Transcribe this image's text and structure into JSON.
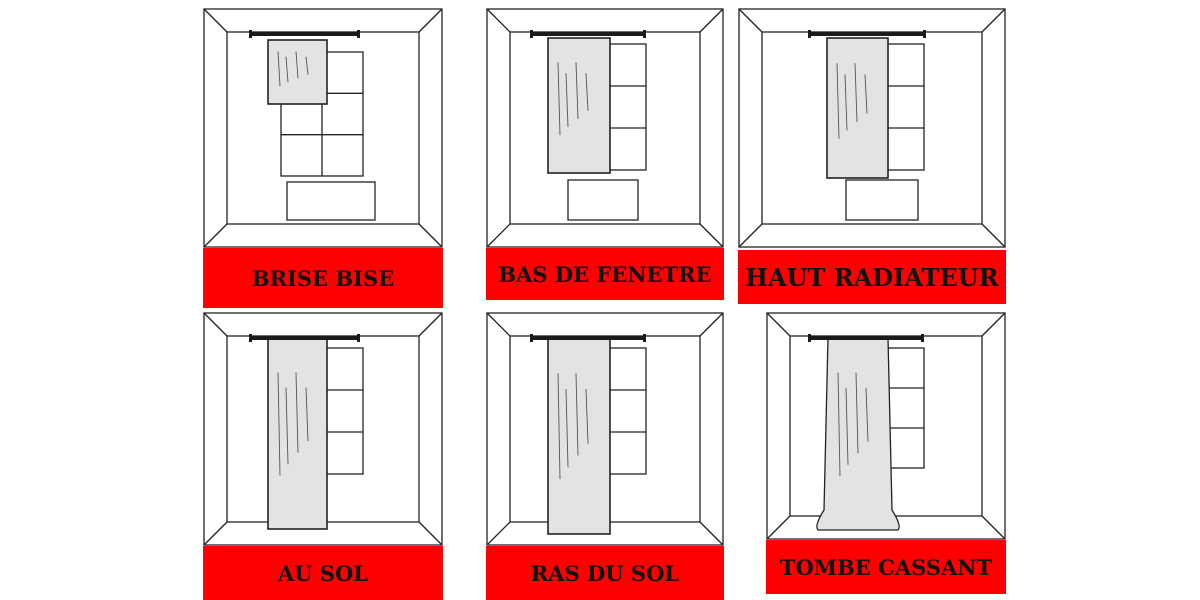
{
  "colors": {
    "label_bg": "#ff0000",
    "label_text": "#111111",
    "line": "#222222",
    "curtain_fill": "#e3e3e3",
    "rod": "#1a1a1a"
  },
  "panels": [
    {
      "id": "brise-bise",
      "label": "BRISE BISE",
      "curtain_length": "short"
    },
    {
      "id": "bas-de-fenetre",
      "label": "BAS DE FENETRE",
      "curtain_length": "window-bottom"
    },
    {
      "id": "haut-radiateur",
      "label": "HAUT RADIATEUR",
      "curtain_length": "radiator-top"
    },
    {
      "id": "au-sol",
      "label": "AU SOL",
      "curtain_length": "floor-gap"
    },
    {
      "id": "ras-du-sol",
      "label": "RAS DU SOL",
      "curtain_length": "floor-touch"
    },
    {
      "id": "tombe-cassant",
      "label": "TOMBE CASSANT",
      "curtain_length": "floor-puddle"
    }
  ]
}
